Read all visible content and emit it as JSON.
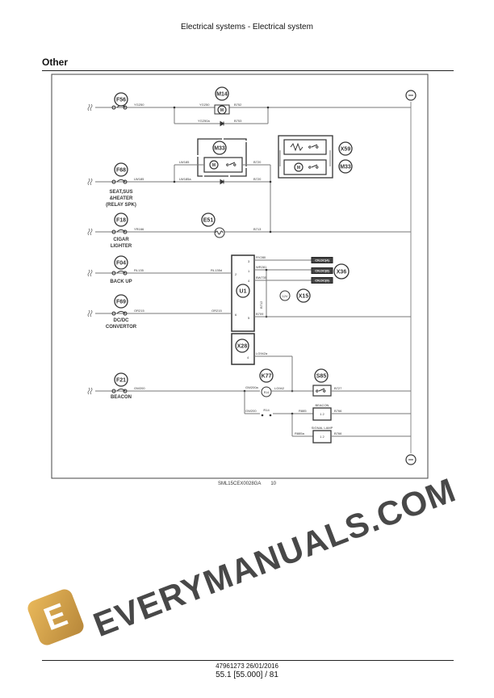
{
  "header": {
    "title": "Electrical systems - Electrical system"
  },
  "section": {
    "title": "Other"
  },
  "diagram": {
    "labels": {
      "F56": "F56",
      "F68": "F68",
      "F18": "F18",
      "F04": "F04",
      "F69": "F69",
      "F21": "F21",
      "M14": "M14",
      "M33a": "M33",
      "M33b": "M33",
      "X59": "X59",
      "E51": "E51",
      "U1": "U1",
      "X36": "X36",
      "X15": "X15",
      "X28": "X28",
      "K77": "K77",
      "S85": "S85",
      "cap_F68_1": "SEAT,SUS",
      "cap_F68_2": "&HEATER",
      "cap_F68_3": "(RELAY SPK)",
      "cap_F18_1": "CIGAR",
      "cap_F18_2": "LIGHTER",
      "cap_F04": "BACK UP",
      "cap_F69_1": "DC/DC",
      "cap_F69_2": "CONVERTOR",
      "cap_F21": "BEACON",
      "w_YG250_1": "YG250",
      "w_YG250_2": "YG250",
      "w_B752": "B752",
      "w_YG250a": "YG250a",
      "w_B753": "B753",
      "w_LW185_1": "LW185",
      "w_LW185_2": "LW185",
      "w_LW185a": "LW185a",
      "w_B720_1": "B720",
      "w_B720_2": "B720",
      "w_YR166": "YR166",
      "w_B713": "B713",
      "w_RL135": "RL135",
      "w_RL135d": "RL135d",
      "w_OR215_1": "OR215",
      "w_OR215_2": "OR215",
      "w_RY280": "RY280",
      "w_WR281": "WR281",
      "w_BW735": "BW735",
      "w_B712": "B712",
      "w_B709": "B709",
      "w_LG942a": "LG942a",
      "w_LG942": "LG942",
      "w_GW200a": "GW200a",
      "w_GW200": "GW200",
      "w_B727": "B727",
      "w_R885": "R885",
      "w_R885a": "R885a",
      "w_B766_1": "B766",
      "w_B766_2": "B766",
      "w_GW200_F21": "GW200",
      "R14": "R14",
      "R14coil": "R14",
      "v12": "12V",
      "pin3": "3",
      "pin1": "1",
      "pin4": "4",
      "pin2": "2",
      "pin6": "6",
      "pin5": "5",
      "pin4b": "4",
      "cn1": "CN.DC(4)",
      "cn2": "CN.DC(8)",
      "cn3": "CN.DC(9)",
      "beacon_box": "BEACON",
      "signal_lamp": "SIGNAL LAMP",
      "p12a": "1  2",
      "p12b": "1  2",
      "motor": "M"
    }
  },
  "figure": {
    "code": "SML15CEX0028GA",
    "number": "10"
  },
  "watermark": {
    "text": "EVERYMANUALS.COM",
    "logo": "E"
  },
  "footer": {
    "doc": "47961273 26/01/2016",
    "page": "55.1 [55.000] / 81"
  }
}
